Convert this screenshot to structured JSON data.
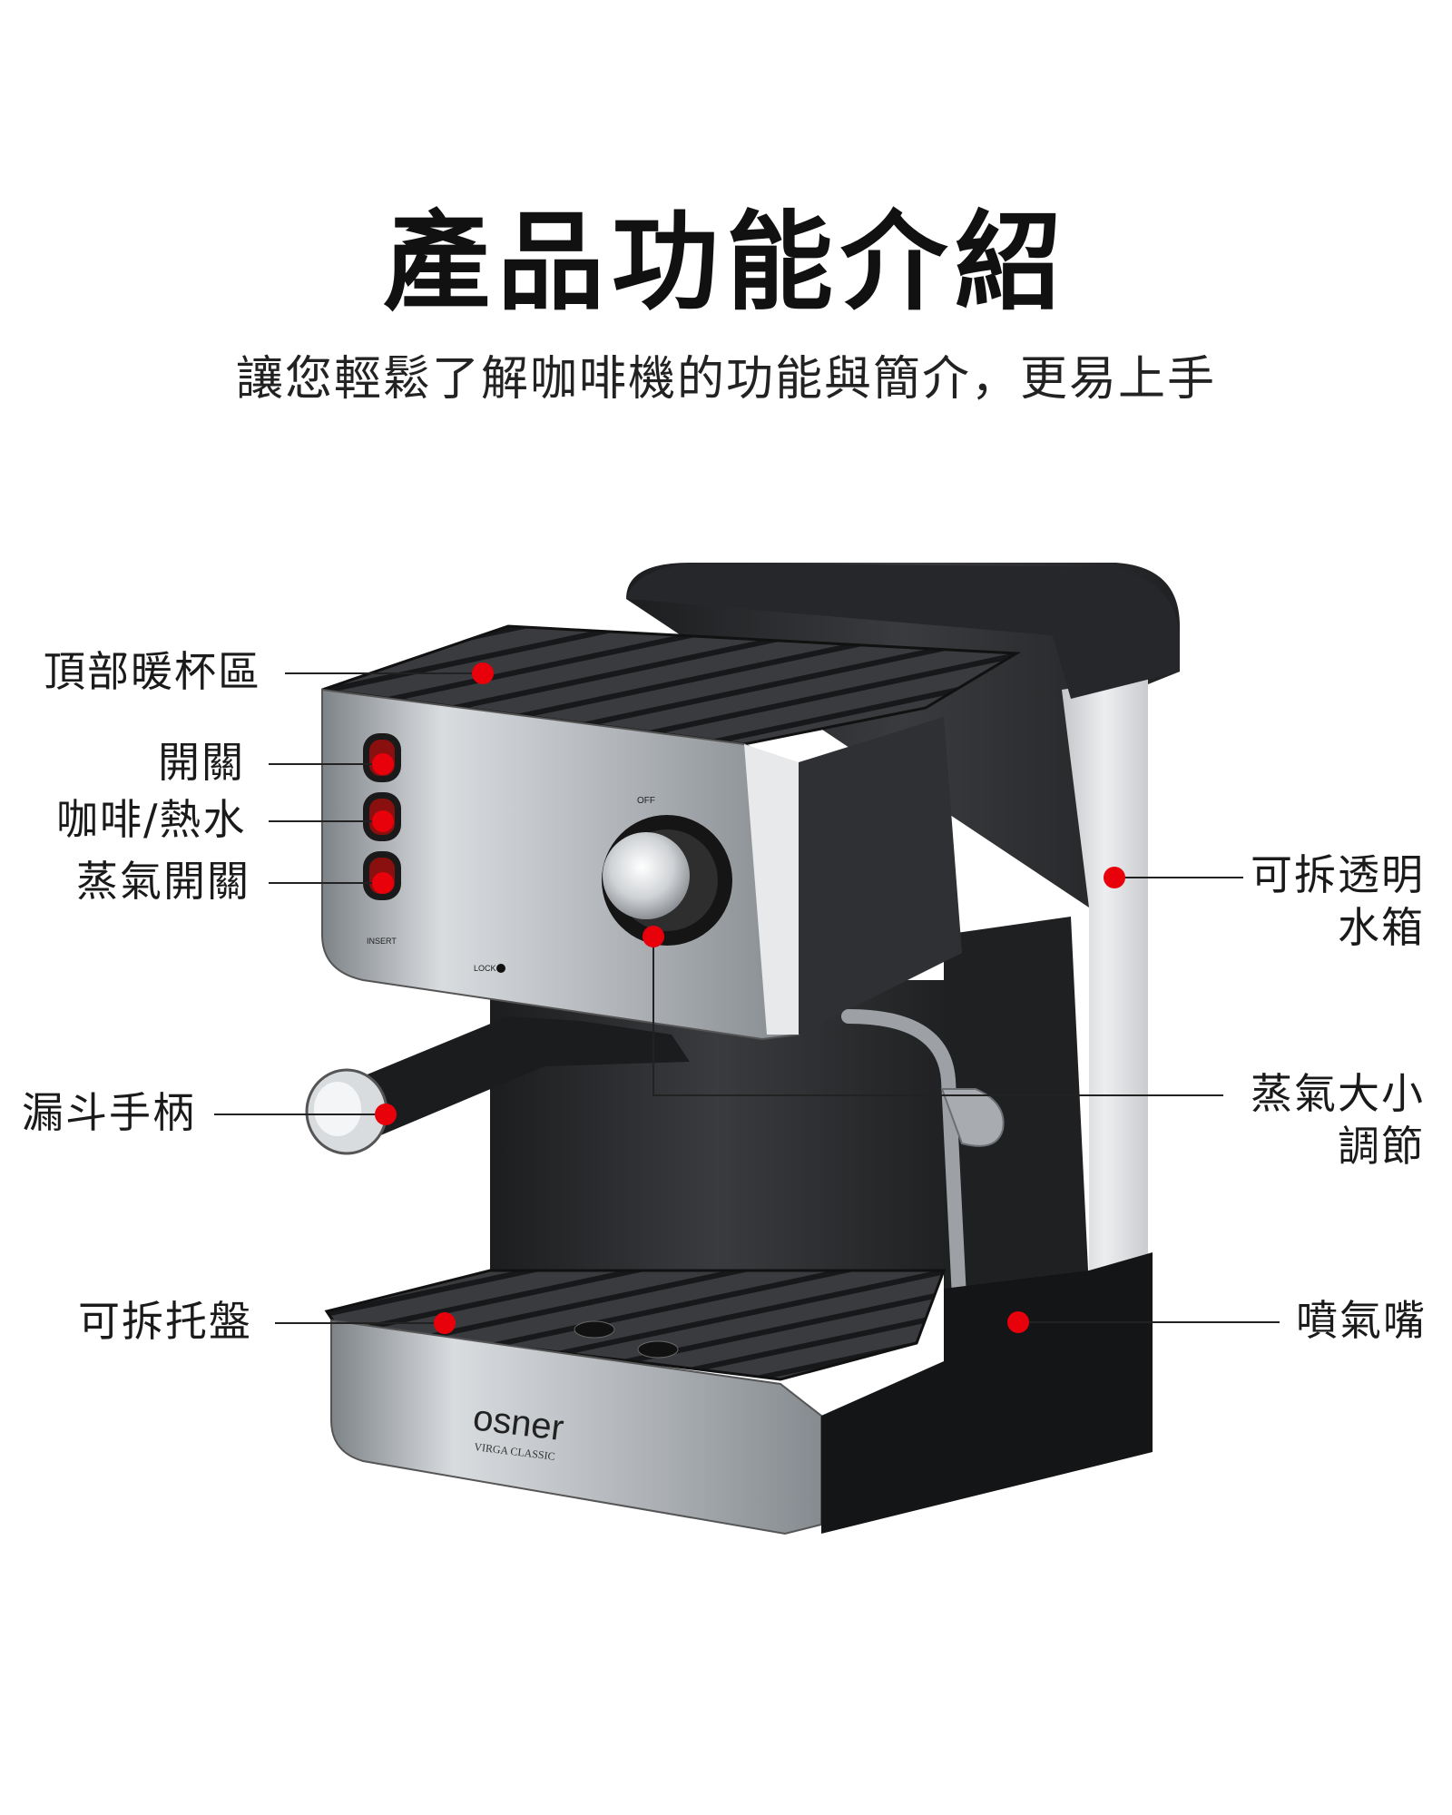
{
  "header": {
    "title": "產品功能介紹",
    "subtitle": "讓您輕鬆了解咖啡機的功能與簡介，更易上手"
  },
  "product": {
    "brand": "osner",
    "model": "VIRGA CLASSIC",
    "panel_marks": {
      "insert": "INSERT",
      "lock": "LOCK",
      "off": "OFF"
    }
  },
  "callouts": {
    "cup_warmer": "頂部暖杯區",
    "power_switch": "開關",
    "coffee_hot_water": "咖啡/熱水",
    "steam_switch": "蒸氣開關",
    "portafilter_handle": "漏斗手柄",
    "drip_tray": "可拆托盤",
    "water_tank_line1": "可拆透明",
    "water_tank_line2": "水箱",
    "steam_knob_line1": "蒸氣大小",
    "steam_knob_line2": "調節",
    "steam_wand": "噴氣嘴"
  },
  "colors": {
    "marker": "#e8000b",
    "leader_line": "#222222",
    "body_dark": "#2b2c2f",
    "steel": "#b9bdc2"
  }
}
